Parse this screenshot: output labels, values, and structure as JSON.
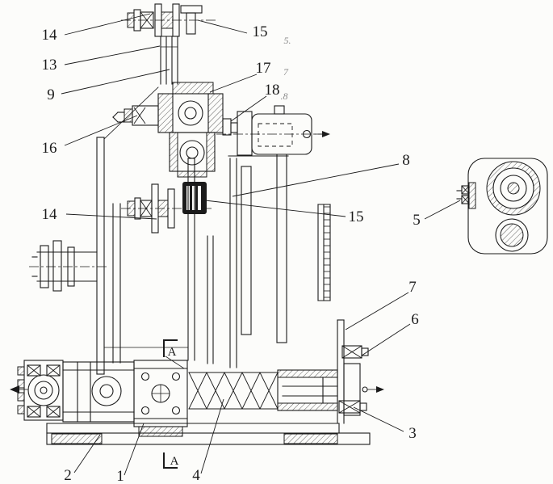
{
  "figure": {
    "paper_color": "#fcfcfa",
    "ink_color": "#1b1b1b",
    "pencil_color": "#8a8a8a",
    "type": "mechanical-assembly-section-drawing"
  },
  "callouts": [
    {
      "id": "top-shaft-nut",
      "label": "14"
    },
    {
      "id": "top-wheel",
      "label": "15"
    },
    {
      "id": "upper-column",
      "label": "13"
    },
    {
      "id": "column-web",
      "label": "9"
    },
    {
      "id": "bearing-cap",
      "label": "17"
    },
    {
      "id": "cylinder-joint",
      "label": "18"
    },
    {
      "id": "left-arm-nut",
      "label": "16"
    },
    {
      "id": "support-plate",
      "label": "8"
    },
    {
      "id": "mid-shaft-nut",
      "label": "14"
    },
    {
      "id": "grooved-wheel",
      "label": "15"
    },
    {
      "id": "detail-stud",
      "label": "5"
    },
    {
      "id": "right-flange",
      "label": "7"
    },
    {
      "id": "end-cap-bolt",
      "label": "6"
    },
    {
      "id": "end-cap",
      "label": "3"
    },
    {
      "id": "base-frame",
      "label": "2"
    },
    {
      "id": "bolt-block",
      "label": "1"
    },
    {
      "id": "spring",
      "label": "4"
    }
  ],
  "handwritten_marks": [
    {
      "label": "5."
    },
    {
      "label": "7"
    },
    {
      "label": ".8"
    }
  ],
  "section_marks": [
    {
      "label": "A"
    },
    {
      "label": "A"
    }
  ]
}
